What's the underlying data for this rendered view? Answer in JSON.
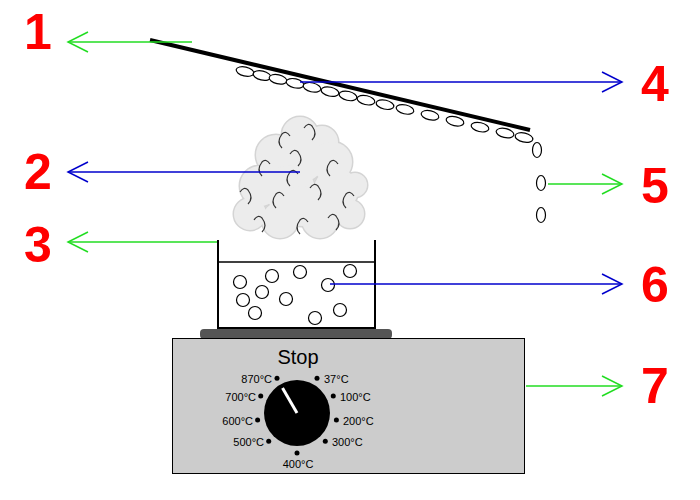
{
  "diagram": {
    "nodes": [
      {
        "text": [
          "Stop",
          "870°C",
          "37°C",
          "700°C",
          "100°C",
          "600°C",
          "200°C",
          "500°C",
          "300°C",
          "400°C"
        ]
      }
    ],
    "labels": [
      "1",
      "2",
      "3",
      "4",
      "5",
      "6",
      "7"
    ]
  }
}
